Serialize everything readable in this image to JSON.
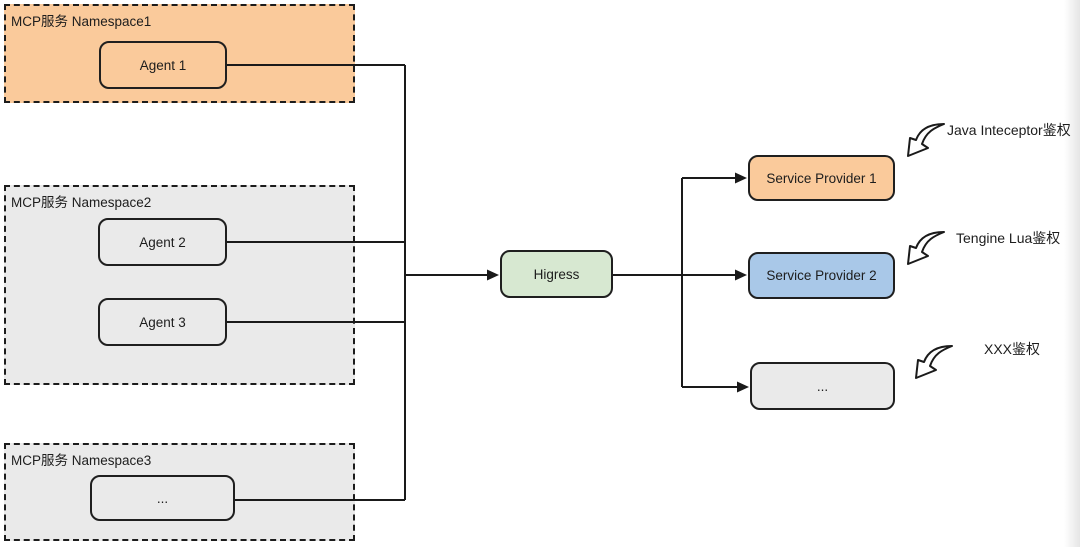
{
  "colors": {
    "orange": "#faca9b",
    "gray": "#eaeaea",
    "green": "#d7e8d1",
    "blue": "#a9c8e8",
    "line": "#1a1a1a"
  },
  "diagram": {
    "namespaces": [
      {
        "title": "MCP服务 Namespace1",
        "nodes": [
          {
            "label": "Agent 1"
          }
        ]
      },
      {
        "title": "MCP服务 Namespace2",
        "nodes": [
          {
            "label": "Agent 2"
          },
          {
            "label": "Agent 3"
          }
        ]
      },
      {
        "title": "MCP服务 Namespace3",
        "nodes": [
          {
            "label": "..."
          }
        ]
      }
    ],
    "gateway": {
      "label": "Higress"
    },
    "providers": [
      {
        "label": "Service Provider 1"
      },
      {
        "label": "Service Provider 2"
      },
      {
        "label": "..."
      }
    ],
    "annotations": [
      {
        "label": "Java Inteceptor鉴权"
      },
      {
        "label": "Tengine Lua鉴权"
      },
      {
        "label": "XXX鉴权"
      }
    ]
  }
}
